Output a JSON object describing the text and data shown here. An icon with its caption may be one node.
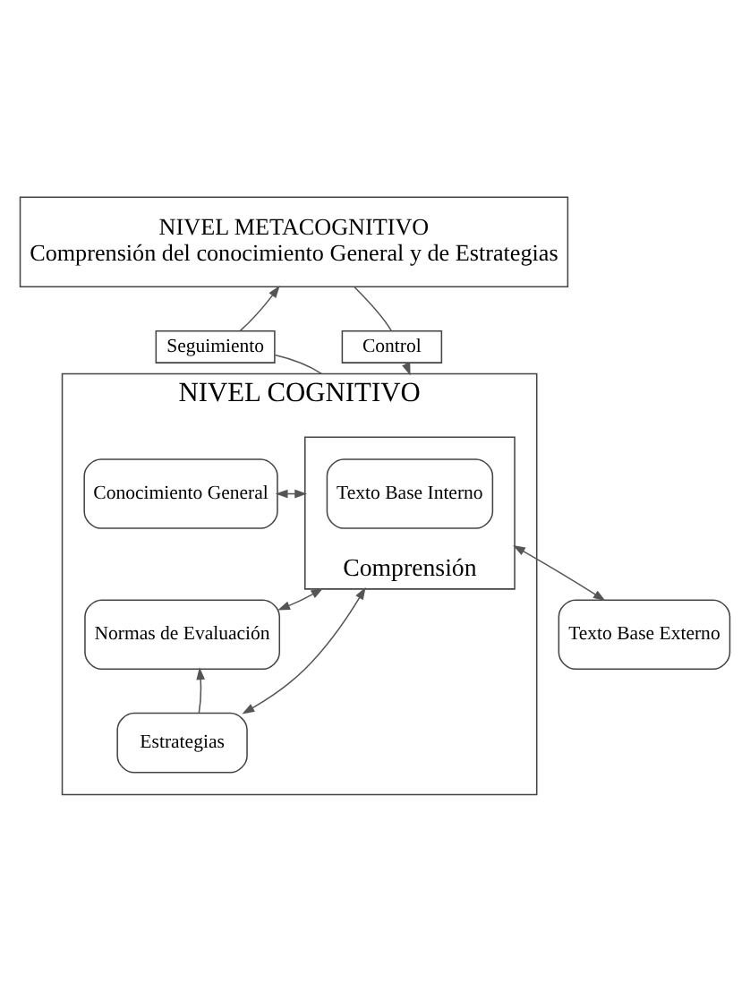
{
  "diagram": {
    "nodes": [
      {
        "text": [
          "NIVEL METACOGNITIVO",
          "Comprensión del conocimiento General y de Estrategias"
        ]
      },
      {
        "text": [
          "Control"
        ]
      },
      {
        "text": [
          "Seguimiento"
        ]
      },
      {
        "text": [
          "NIVEL COGNITIVO"
        ]
      },
      {
        "text": [
          "Comprensión"
        ],
        "in": 3
      },
      {
        "text": [
          "Texto Base Interno"
        ],
        "in": 4
      },
      {
        "text": [
          "Conocimiento General"
        ],
        "in": 3
      },
      {
        "text": [
          "Normas de Evaluación"
        ],
        "in": 3
      },
      {
        "text": [
          "Estrategias"
        ],
        "in": 3
      },
      {
        "text": [
          "Texto Base Externo"
        ]
      }
    ],
    "edges": [
      {
        "from": 0,
        "to": 1,
        "arrow": "none"
      },
      {
        "from": 1,
        "to": 3,
        "arrow": "to"
      },
      {
        "from": 3,
        "to": 2,
        "arrow": "none"
      },
      {
        "from": 2,
        "to": 0,
        "arrow": "to"
      },
      {
        "from": 4,
        "to": 6,
        "arrow": "both"
      },
      {
        "from": 4,
        "to": 7,
        "arrow": "both"
      },
      {
        "from": 4,
        "to": 8,
        "arrow": "both"
      },
      {
        "from": 8,
        "to": 7,
        "arrow": "to"
      },
      {
        "from": 4,
        "to": 9,
        "arrow": "both"
      }
    ]
  }
}
